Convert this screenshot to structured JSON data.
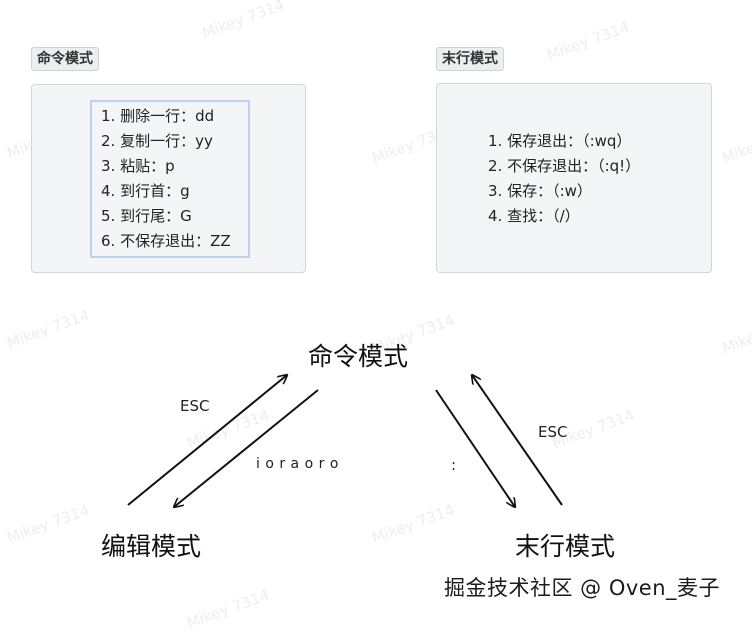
{
  "command_mode_box": {
    "title": "命令模式",
    "items": [
      "1. 删除一行：dd",
      "2. 复制一行：yy",
      "3. 粘贴：p",
      "4. 到行首：g",
      "5. 到行尾：G",
      "6. 不保存退出：ZZ"
    ]
  },
  "lastline_mode_box": {
    "title": "末行模式",
    "items": [
      "1. 保存退出：（:wq）",
      "2. 不保存退出：（:q!）",
      "3. 保存：（:w）",
      "4. 查找：（/）"
    ]
  },
  "diagram": {
    "node_command": "命令模式",
    "node_edit": "编辑模式",
    "node_lastline": "末行模式",
    "edge_esc_left": "ESC",
    "edge_insert_keys": "i o r a o r o",
    "edge_colon": ":",
    "edge_esc_right": "ESC"
  },
  "watermark_text": "Mikey 7314",
  "credit": "掘金技术社区 @ Oven_麦子",
  "colors": {
    "arrow": "#111111",
    "panel_bg": "#f4f5f7",
    "selection_border": "#bcd2f0"
  }
}
